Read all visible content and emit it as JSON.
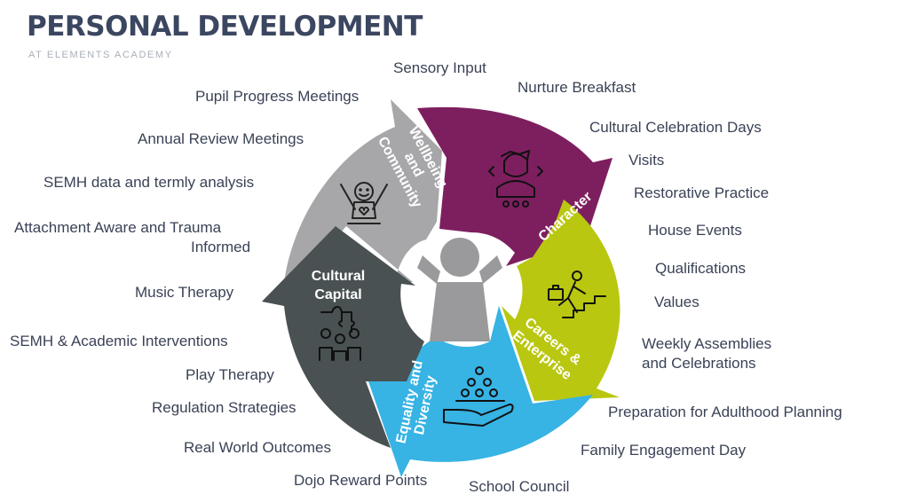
{
  "header": {
    "title": "PERSONAL DEVELOPMENT",
    "subtitle": "AT ELEMENTS ACADEMY"
  },
  "colors": {
    "wellbeing": "#a7a7a9",
    "character": "#7d1f5f",
    "careers": "#b9c710",
    "equality": "#37b3e4",
    "cultural": "#4a5152"
  },
  "segments": {
    "wellbeing": {
      "line1": "Wellbeing",
      "line2": "and",
      "line3": "Community",
      "icon": "happy-person-icon"
    },
    "character": {
      "line1": "Character",
      "icon": "person-thinking-icon"
    },
    "careers": {
      "line1": "Careers &",
      "line2": "Enterprise",
      "icon": "climbing-stairs-briefcase-icon"
    },
    "equality": {
      "line1": "Equality and",
      "line2": "Diversity",
      "icon": "hand-holding-people-icon"
    },
    "cultural": {
      "line1": "Cultural",
      "line2": "Capital",
      "icon": "puzzle-people-icon"
    },
    "center": {
      "icon": "child-silhouette-icon"
    }
  },
  "left_labels": [
    "Pupil Progress Meetings",
    "Annual Review Meetings",
    "SEMH data and termly analysis",
    "Attachment Aware and Trauma",
    "Informed",
    "Music Therapy",
    "SEMH & Academic Interventions",
    "Play Therapy",
    "Regulation Strategies",
    "Real World Outcomes",
    "Dojo Reward Points"
  ],
  "right_labels": [
    "Sensory Input",
    "Nurture Breakfast",
    "Cultural Celebration Days",
    "Visits",
    "Restorative Practice",
    "House Events",
    "Qualifications",
    "Values",
    "Weekly Assemblies",
    "and Celebrations",
    "Preparation for Adulthood Planning",
    "Family Engagement Day",
    "School Council"
  ]
}
